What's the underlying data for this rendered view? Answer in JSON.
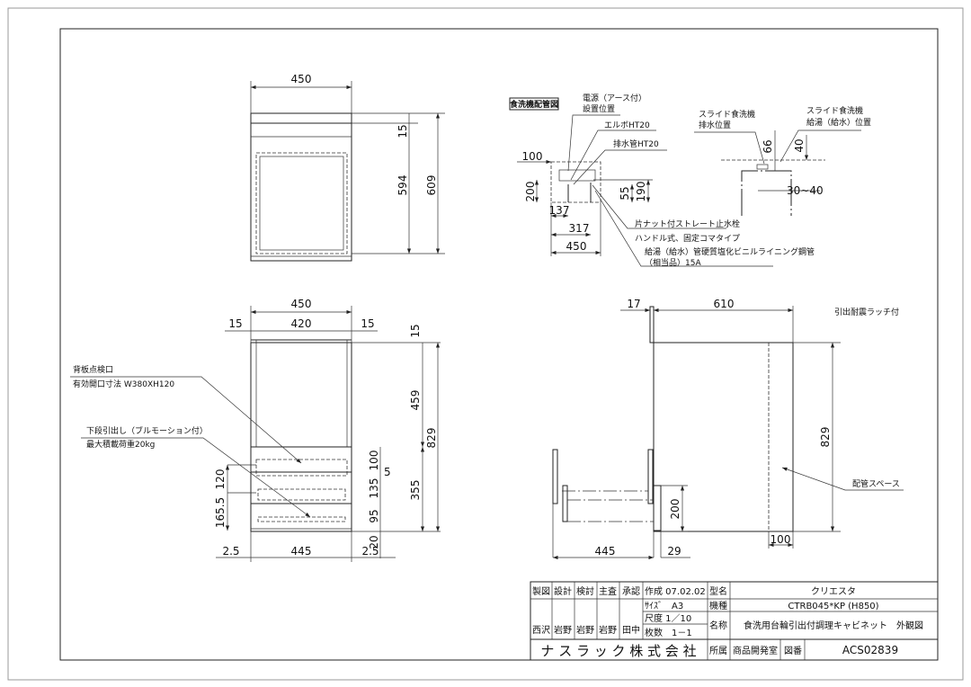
{
  "title_block": {
    "headers": [
      "製図",
      "設計",
      "検討",
      "主査",
      "承認"
    ],
    "signatures": [
      "西沢",
      "岩野",
      "岩野",
      "岩野",
      "田中"
    ],
    "created": "作成 07.02.02",
    "size": "ｻｲｽﾞ　A3",
    "scale": "尺度 1／10",
    "sheets": "枚数　1－1",
    "company": "ナ ス ラ ッ ク 株 式 会 社",
    "model_name_label": "型名",
    "model_name": "クリエスタ",
    "model_label": "機種",
    "model": "CTRB045*KP (H850)",
    "name_label": "名称",
    "name": "食洗用台輪引出付調理キャビネット　外観図",
    "dept_label": "所属",
    "dept": "商品開発室",
    "drawing_no_label": "図番",
    "drawing_no": "ACS02839"
  },
  "top_front_view": {
    "width": "450",
    "d_top": "15",
    "d_inner": "594",
    "d_total": "609"
  },
  "piping_view": {
    "title": "食洗機配管図",
    "power_1": "電源（アース付）",
    "power_2": "設置位置",
    "elbow": "エルボHT20",
    "drain": "排水管HT20",
    "valve_1": "片ナット付ストレート止水栓",
    "valve_2": "ハンドル式、固定コマタイプ",
    "valve_3": "給湯（給水）管硬質塩化ビニルライニング鋼管",
    "valve_4": "（相当品）15A",
    "d100": "100",
    "d200": "200",
    "d55": "55",
    "d190": "190",
    "d137": "137",
    "d317": "317",
    "d450": "450"
  },
  "slide_view": {
    "drain_1": "スライド食洗機",
    "drain_2": "排水位置",
    "supply_1": "スライド食洗機",
    "supply_2": "給湯（給水）位置",
    "d66": "66",
    "d40": "40",
    "d30_40": "30~40"
  },
  "front_view": {
    "w450": "450",
    "w420": "420",
    "w15a": "15",
    "w15b": "15",
    "h15": "15",
    "h459": "459",
    "h829": "829",
    "h355": "355",
    "h100": "100",
    "h5": "5",
    "h135": "135",
    "h95": "95",
    "h20": "20",
    "h120": "120",
    "h165": "165.5",
    "w2_5a": "2.5",
    "w445": "445",
    "w2_5b": "2.5",
    "back_1": "背板点検口",
    "back_2": "有効開口寸法 W380XH120",
    "drawer_1": "下段引出し（ブルモーション付）",
    "drawer_2": "最大積載荷重20kg"
  },
  "side_view": {
    "d17": "17",
    "d610": "610",
    "latch": "引出耐震ラッチ付",
    "h829": "829",
    "pipe_space": "配管スペース",
    "h200": "200",
    "d445": "445",
    "d29": "29",
    "d100": "100"
  }
}
